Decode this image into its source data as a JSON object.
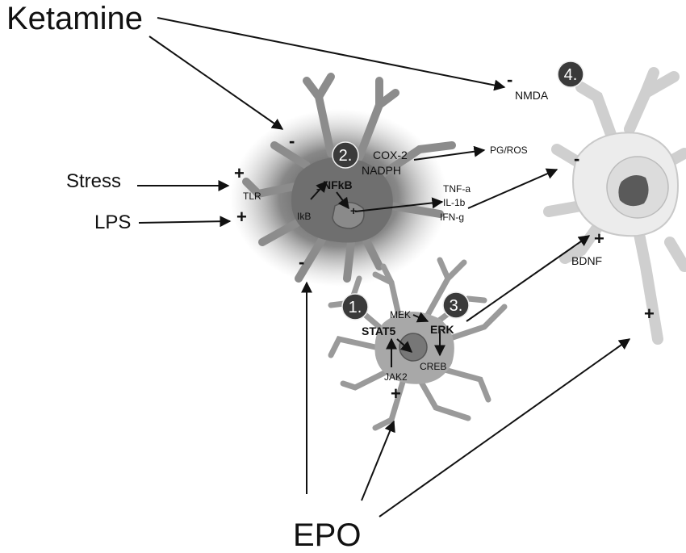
{
  "drugs": {
    "ketamine": "Ketamine",
    "epo": "EPO",
    "stress": "Stress",
    "lps": "LPS"
  },
  "badges": [
    "1.",
    "2.",
    "3.",
    "4."
  ],
  "microglia": {
    "cox2": "COX-2",
    "nadph": "NADPH",
    "pg_ros": "PG/ROS",
    "tlr": "TLR",
    "ikb": "IkB",
    "nfkb": "NFkB",
    "tnf": "TNF-a",
    "il1b": "IL-1b",
    "ifng": "IFN-g"
  },
  "neuron": {
    "nmda": "NMDA",
    "bdnf": "BDNF"
  },
  "astrocyte": {
    "mek": "MEK",
    "erk": "ERK",
    "stat5": "STAT5",
    "creb": "CREB",
    "jak2": "JAK2"
  },
  "signs": {
    "plus": "+",
    "minus": "-"
  },
  "colors": {
    "badge": "#3a3a3a",
    "microglia_dark": "#5c5c5c",
    "neuron_body": "#ececec",
    "astrocyte": "#a8a8a8"
  }
}
